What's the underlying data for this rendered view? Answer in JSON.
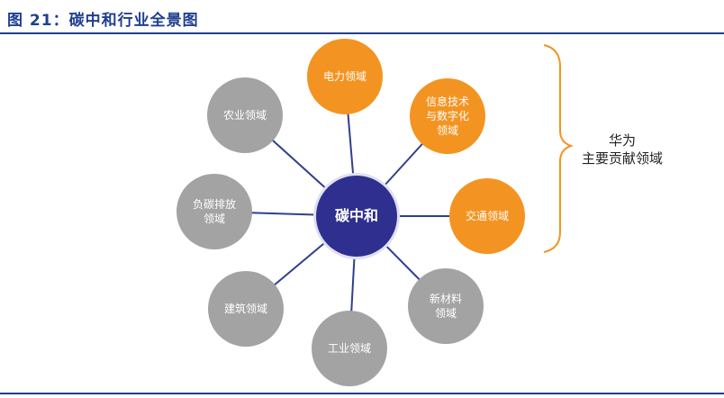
{
  "title": "图 21：碳中和行业全景图",
  "center": {
    "label": "碳中和",
    "color": "#2f2f8f"
  },
  "nodes": {
    "power": {
      "label": "电力领域",
      "color": "#f39422"
    },
    "it": {
      "label": "信息技术\n与数字化\n领域",
      "color": "#f39422"
    },
    "transport": {
      "label": "交通领域",
      "color": "#f39422"
    },
    "materials": {
      "label": "新材料\n领域",
      "color": "#a3a3a3"
    },
    "industry": {
      "label": "工业领域",
      "color": "#a3a3a3"
    },
    "construction": {
      "label": "建筑领域",
      "color": "#a3a3a3"
    },
    "negative": {
      "label": "负碳排放\n领域",
      "color": "#a3a3a3"
    },
    "agriculture": {
      "label": "农业领域",
      "color": "#a3a3a3"
    }
  },
  "side_label": "华为\n主要贡献领域",
  "colors": {
    "accent": "#1f3f8e",
    "bracket": "#f39422"
  }
}
